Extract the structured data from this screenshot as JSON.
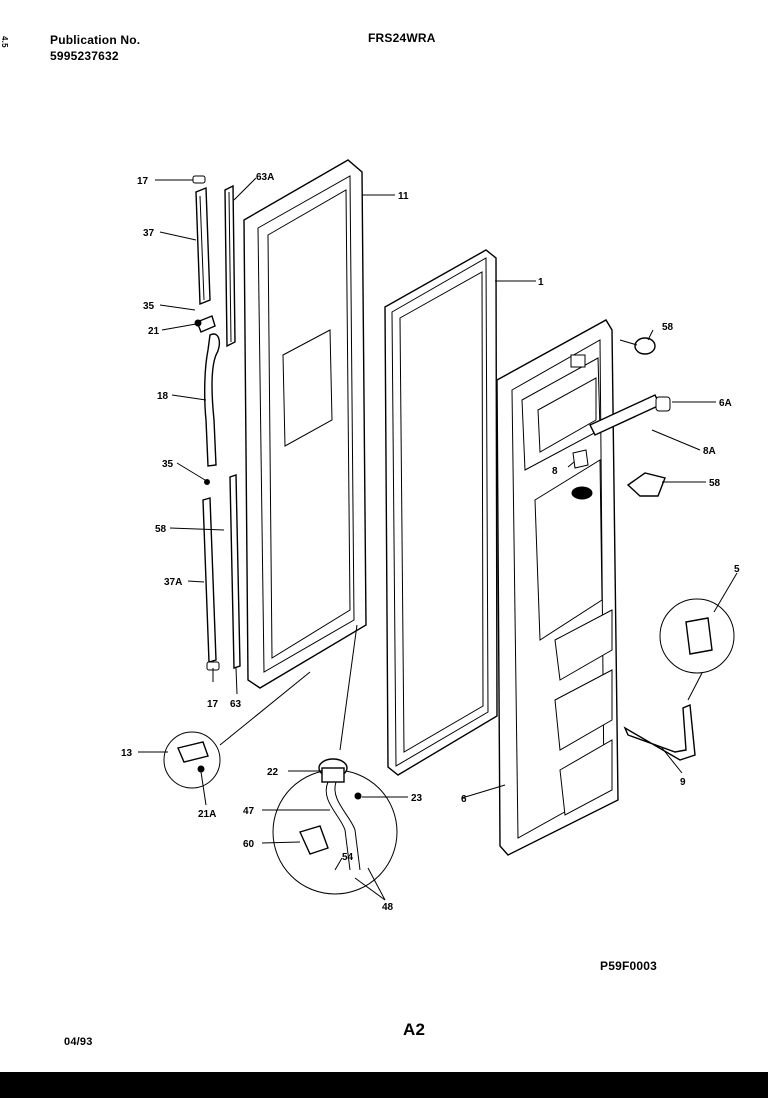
{
  "header": {
    "publication_label": "Publication No.",
    "publication_number": "5995237632",
    "model": "FRS24WRA",
    "side_mark": "4.5"
  },
  "footer": {
    "diagram_code": "P59F0003",
    "page_code": "A2",
    "date": "04/93"
  },
  "callouts": {
    "c17a": "17",
    "c37": "37",
    "c35": "35",
    "c21": "21",
    "c18": "18",
    "c35b": "35",
    "c58a": "58",
    "c37a": "37A",
    "c17b": "17",
    "c63": "63",
    "c63a": "63A",
    "c11": "11",
    "c1": "1",
    "c58b": "58",
    "c6a": "6A",
    "c8a": "8A",
    "c8": "8",
    "c58c": "58",
    "c5": "5",
    "c9": "9",
    "c6": "6",
    "c13": "13",
    "c21a": "21A",
    "c22": "22",
    "c47": "47",
    "c60": "60",
    "c23": "23",
    "c54": "54",
    "c48": "48"
  }
}
